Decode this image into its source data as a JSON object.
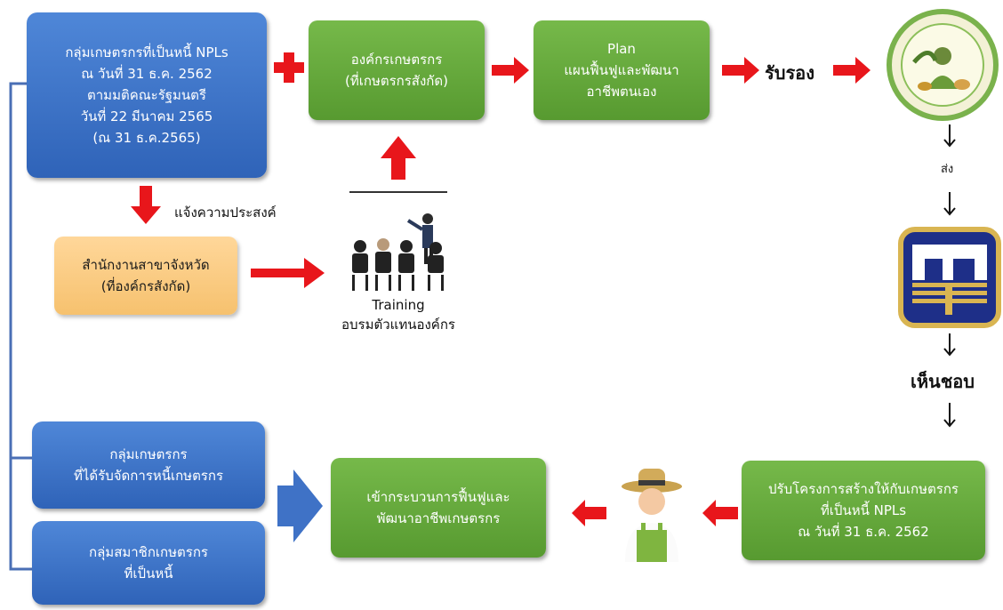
{
  "nodes": {
    "npl_group": "กลุ่มเกษตรกรที่เป็นหนี้ NPLs\nณ วันที่ 31 ธ.ค. 2562\nตามมติคณะรัฐมนตรี\nวันที่ 22 มีนาคม 2565\n(ณ 31 ธ.ค.2565)",
    "farmer_org": "องค์กรเกษตรกร\n(ที่เกษตรกรสังกัด)",
    "plan": "Plan\nแผนฟื้นฟูและพัฒนา\nอาชีพตนเอง",
    "province_office": "สำนักงานสาขาจังหวัด\n(ที่องค์กรสังกัด)",
    "managed_group": "กลุ่มเกษตรกร\nที่ได้รับจัดการหนี้เกษตรกร",
    "member_group": "กลุ่มสมาชิกเกษตรกร\nที่เป็นหนี้",
    "rehab_process": "เข้ากระบวนการฟื้นฟูและ\nพัฒนาอาชีพเกษตรกร",
    "restructure": "ปรับโครงการสร้างให้กับเกษตรกร\nที่เป็นหนี้ NPLs\nณ วันที่ 31 ธ.ค. 2562"
  },
  "labels": {
    "certify": "รับรอง",
    "notify_intent": "แจ้งความประสงค์",
    "training": "Training\nอบรมตัวแทนองค์กร",
    "send": "ส่ง",
    "approve": "เห็นชอบ"
  },
  "colors": {
    "blue": "#3a6fc4",
    "green": "#64a83a",
    "orange": "#f8c878",
    "arrow_red": "#e8161b",
    "arrow_blue": "#3f72c6"
  },
  "icons": {
    "seal": "farmer-fund-seal-icon",
    "bank_logo": "bank-logo-icon",
    "training": "training-audience-icon",
    "farmer": "farmer-icon"
  }
}
